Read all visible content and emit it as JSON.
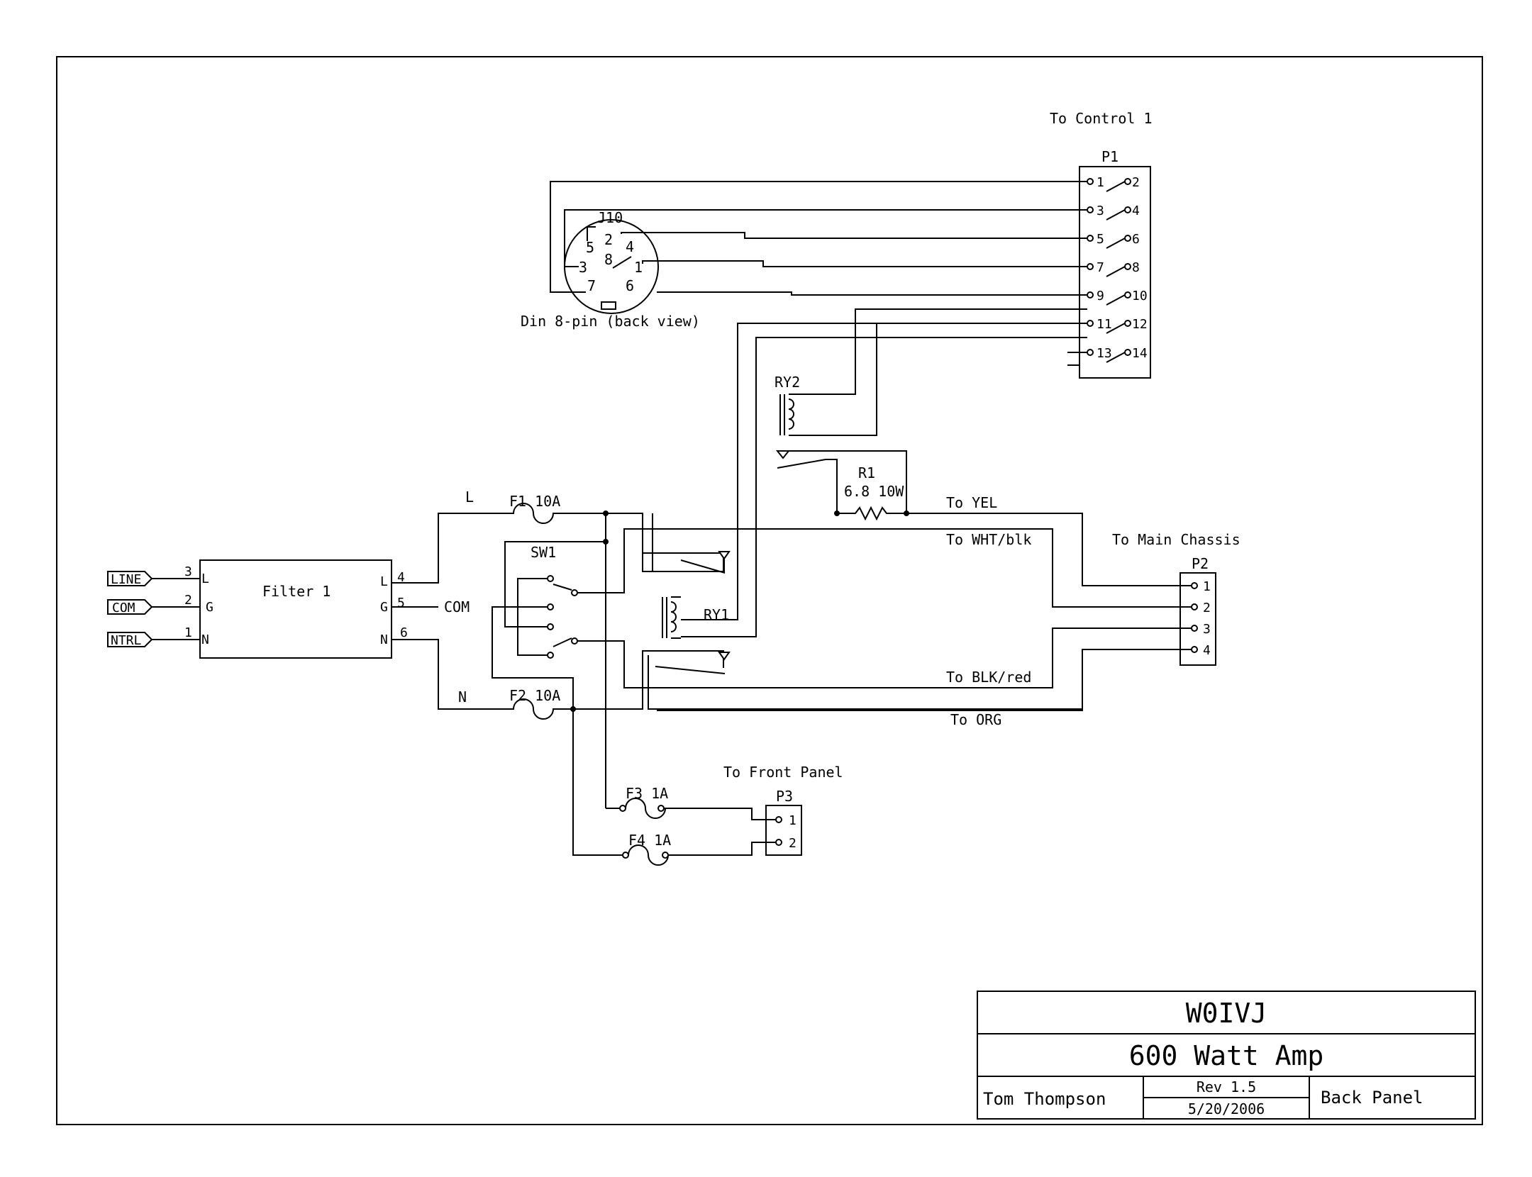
{
  "title_block": {
    "callsign": "W0IVJ",
    "project": "600 Watt Amp",
    "author": "Tom Thompson",
    "rev": "Rev 1.5",
    "date": "5/20/2006",
    "sheet": "Back Panel"
  },
  "labels": {
    "to_control": "To Control 1",
    "p1": "P1",
    "j10": "J10",
    "din": "Din 8-pin (back view)",
    "ry2": "RY2",
    "ry1": "RY1",
    "r1": "R1",
    "r1_value": "6.8 10W",
    "sw1": "SW1",
    "l": "L",
    "n": "N",
    "f1": "F1 10A",
    "f2": "F2 10A",
    "f3": "F3 1A",
    "f4": "F4 1A",
    "filter": "Filter 1",
    "com": "COM",
    "to_yel": "To YEL",
    "to_wht": "To WHT/blk",
    "to_blk": "To BLK/red",
    "to_org": "To ORG",
    "to_main": "To Main Chassis",
    "p2": "P2",
    "to_front": "To Front Panel",
    "p3": "P3"
  },
  "inputs": [
    {
      "name": "LINE",
      "pin": "3",
      "side": "L"
    },
    {
      "name": "COM",
      "pin": "2",
      "side": "G"
    },
    {
      "name": "NTRL",
      "pin": "1",
      "side": "N"
    }
  ],
  "filter_outputs": [
    {
      "side": "L",
      "pin": "4"
    },
    {
      "side": "G",
      "pin": "5"
    },
    {
      "side": "N",
      "pin": "6"
    }
  ],
  "p1_pins": [
    "1",
    "2",
    "3",
    "4",
    "5",
    "6",
    "7",
    "8",
    "9",
    "10",
    "11",
    "12",
    "13",
    "14"
  ],
  "j10_pins": [
    "2",
    "4",
    "5",
    "8",
    "1",
    "3",
    "7",
    "6"
  ],
  "p2_pins": [
    "1",
    "2",
    "3",
    "4"
  ],
  "p3_pins": [
    "1",
    "2"
  ]
}
